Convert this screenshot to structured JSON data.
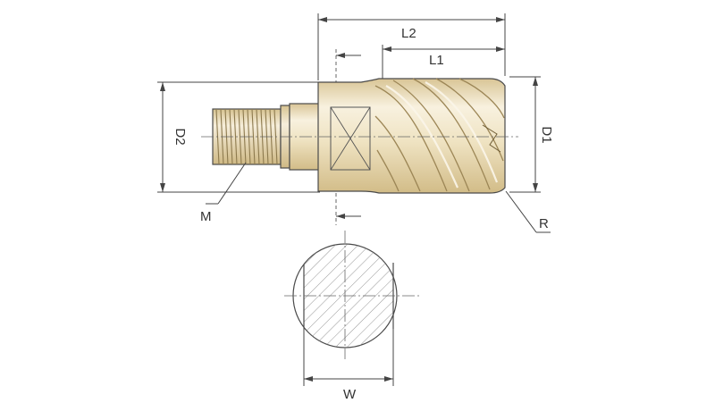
{
  "labels": {
    "L2": "L2",
    "L1": "L1",
    "D2": "D2",
    "D1": "D1",
    "M": "M",
    "R": "R",
    "W": "W"
  },
  "colors": {
    "body_fill": "#efe3c2",
    "body_shade": "#d8c493",
    "body_highlight": "#f8f1df",
    "outline": "#4a4a4a",
    "hatch": "#8a8a8a"
  }
}
